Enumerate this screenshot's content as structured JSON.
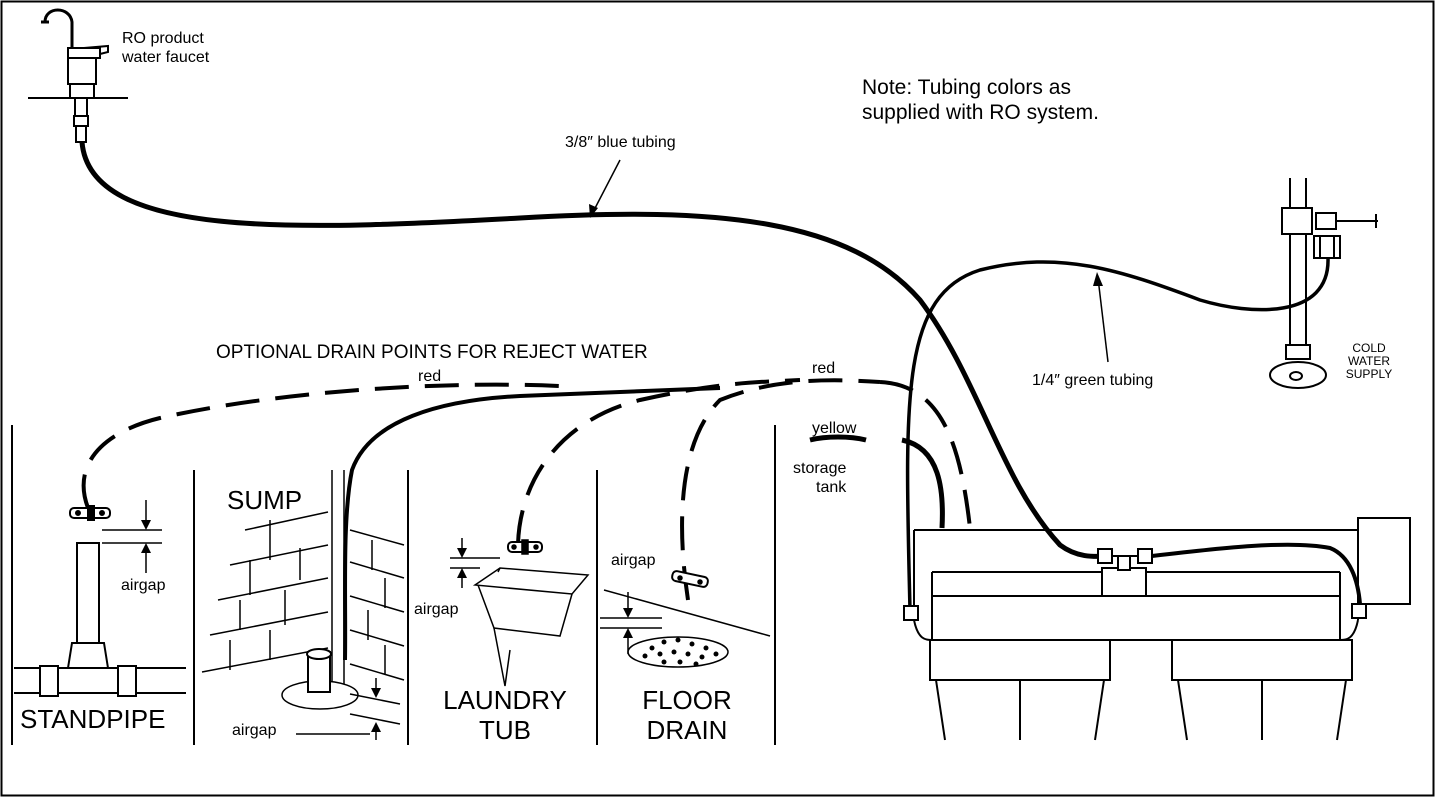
{
  "labels": {
    "faucet_line1": "RO product",
    "faucet_line2": "water faucet",
    "note_line1": "Note:  Tubing colors as",
    "note_line2": "supplied with RO system.",
    "blue_tubing": "3/8″ blue tubing",
    "green_tubing": "1/4″ green tubing",
    "cold_water_line1": "COLD",
    "cold_water_line2": "WATER",
    "cold_water_line3": "SUPPLY",
    "optional_drain": "OPTIONAL DRAIN POINTS FOR REJECT WATER",
    "red_left": "red",
    "red_right": "red",
    "yellow": "yellow",
    "storage_line1": "storage",
    "storage_line2": "tank",
    "airgap_standpipe": "airgap",
    "airgap_sump": "airgap",
    "airgap_laundry": "airgap",
    "airgap_floor": "airgap",
    "sump": "SUMP",
    "standpipe": "STANDPIPE",
    "laundry_line1": "LAUNDRY",
    "laundry_line2": "TUB",
    "floor_line1": "FLOOR",
    "floor_line2": "DRAIN"
  }
}
